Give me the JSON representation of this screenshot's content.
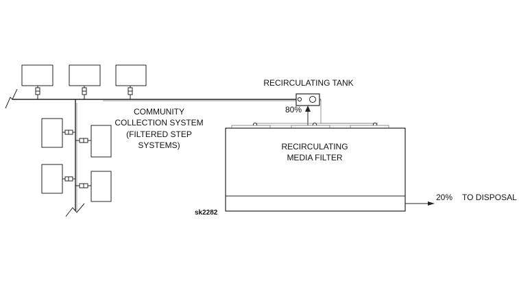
{
  "colors": {
    "line": "#222222",
    "thin_line": "#666666",
    "background": "#ffffff"
  },
  "labels": {
    "recirculating_tank": "RECIRCULATING TANK",
    "recirc_percent": "80%",
    "collection_line1": "COMMUNITY",
    "collection_line2": "COLLECTION SYSTEM",
    "collection_line3": "(FILTERED STEP",
    "collection_line4": "SYSTEMS)",
    "filter_line1": "RECIRCULATING",
    "filter_line2": "MEDIA FILTER",
    "disposal_percent": "20%",
    "disposal_label": "TO DISPOSAL",
    "drawing_id": "sk2282"
  },
  "icons": {
    "break_symbol": "break-line-icon",
    "flow_arrow": "arrow-icon",
    "step_unit": "filter-unit-icon"
  }
}
